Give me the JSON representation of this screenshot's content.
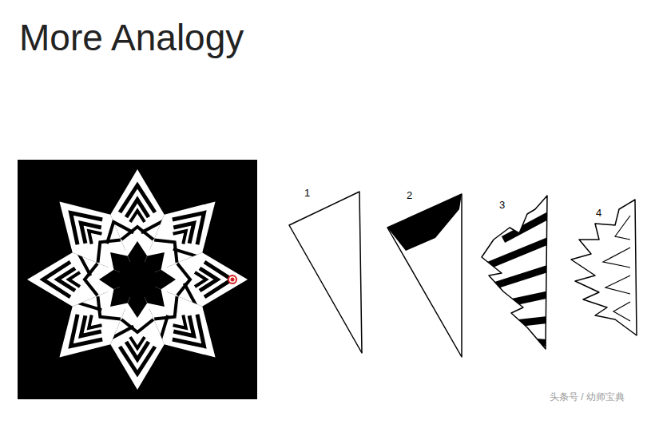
{
  "diagram": {
    "title": "More Analogy",
    "labels": [
      "1",
      "2",
      "3",
      "4",
      "头条号 / 幼师宝典"
    ]
  }
}
